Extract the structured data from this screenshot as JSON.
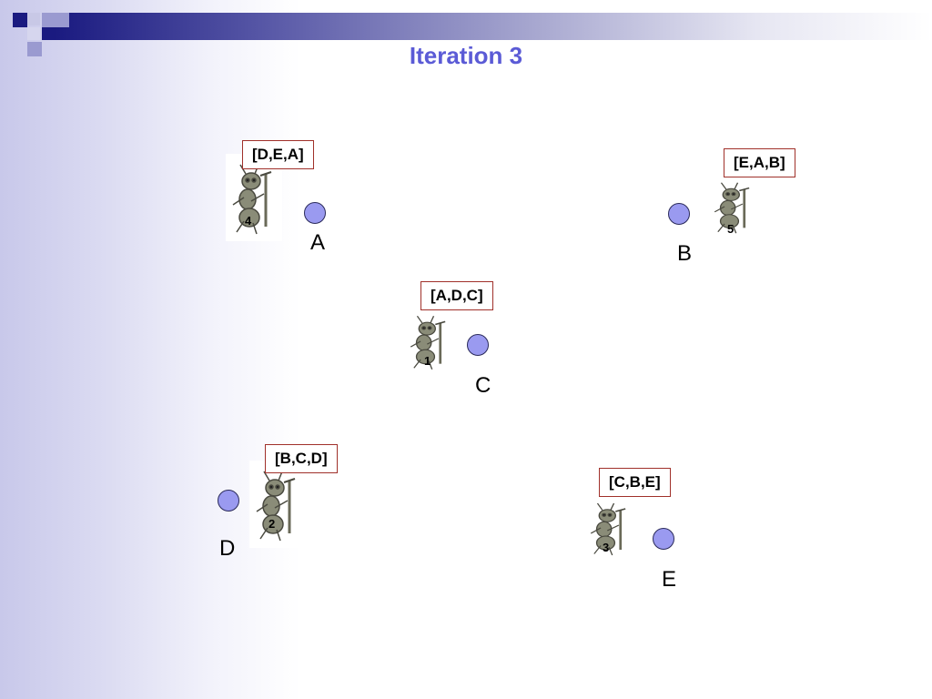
{
  "slide": {
    "title": "Iteration 3"
  },
  "colors": {
    "title": "#5b5bd6",
    "node_fill": "#9a9af0",
    "tour_border": "#a0302a",
    "header_dark": "#1a1a80"
  },
  "nodes": {
    "A": "A",
    "B": "B",
    "C": "C",
    "D": "D",
    "E": "E"
  },
  "ants": [
    {
      "number": "1",
      "tour": "[A,D,C]"
    },
    {
      "number": "2",
      "tour": "[B,C,D]"
    },
    {
      "number": "3",
      "tour": "[C,B,E]"
    },
    {
      "number": "4",
      "tour": "[D,E,A]"
    },
    {
      "number": "5",
      "tour": "[E,A,B]"
    }
  ]
}
